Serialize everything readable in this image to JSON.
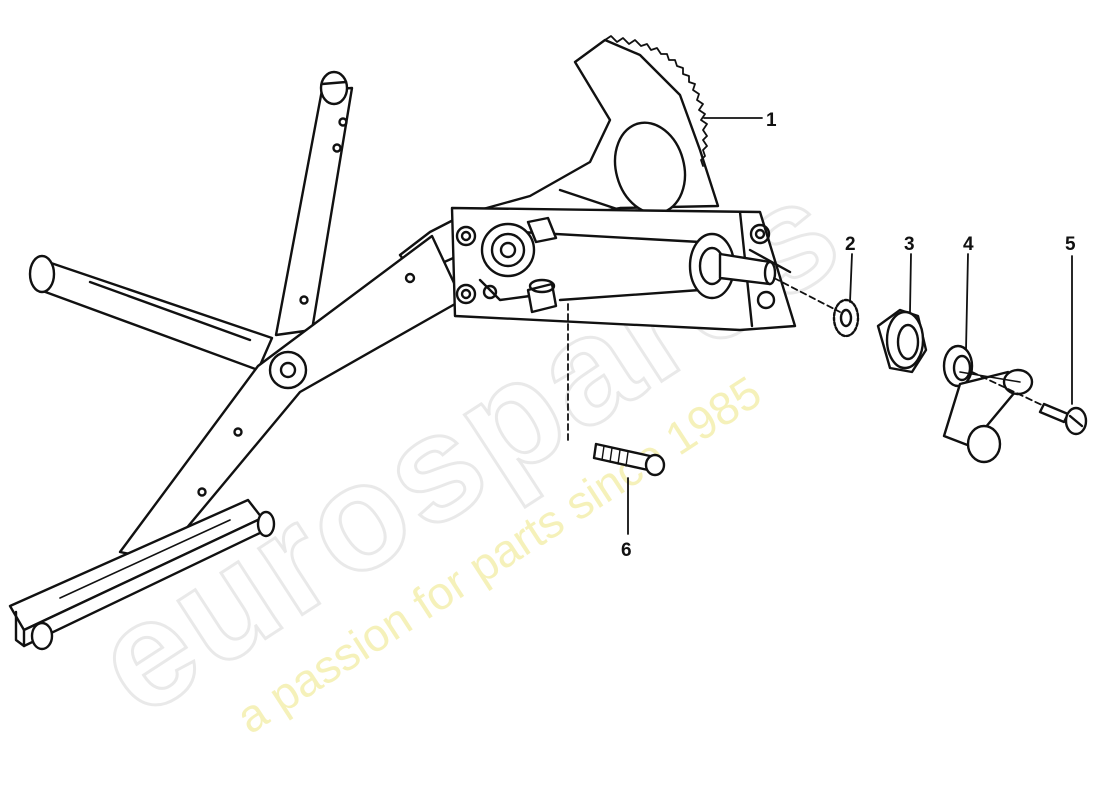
{
  "callouts": [
    {
      "id": "1",
      "label": "1"
    },
    {
      "id": "2",
      "label": "2"
    },
    {
      "id": "3",
      "label": "3"
    },
    {
      "id": "4",
      "label": "4"
    },
    {
      "id": "5",
      "label": "5"
    },
    {
      "id": "6",
      "label": "6"
    }
  ],
  "watermark": {
    "brand": "eurospares",
    "tagline": "a passion for parts since 1985"
  },
  "colors": {
    "line": "#111111",
    "watermark_brand": "#d8d8d8",
    "watermark_tagline": "#f2ec9e"
  }
}
